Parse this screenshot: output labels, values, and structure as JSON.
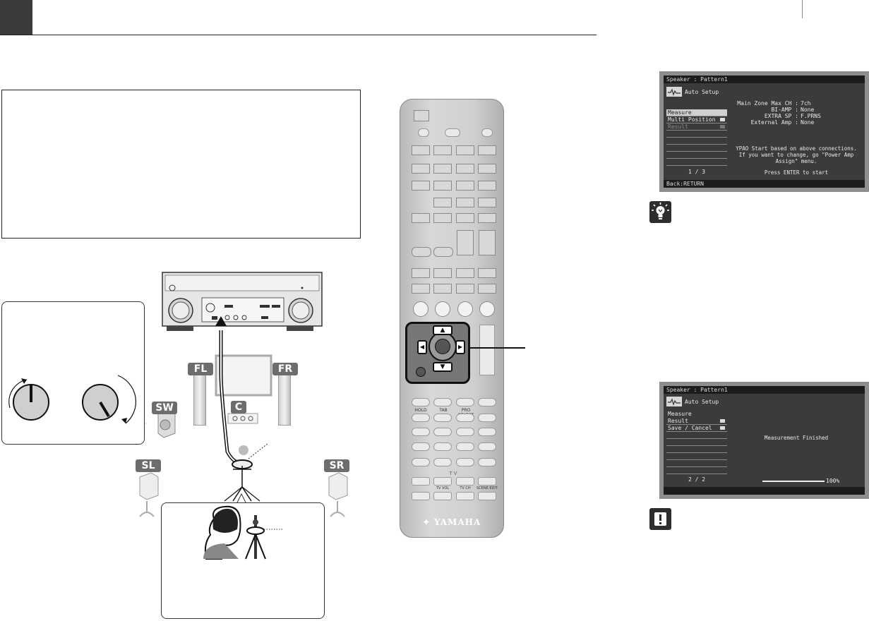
{
  "speaker_labels": {
    "fl": "FL",
    "fr": "FR",
    "c": "C",
    "sw": "SW",
    "sl": "SL",
    "sr": "SR"
  },
  "remote": {
    "brand": "YAMAHA",
    "labels": {
      "hold": "HOLD",
      "tab": "TAB",
      "pro_select": "PRO SELECT",
      "tv": "TV",
      "tv_vol": "TV VOL",
      "tv_ch": "TV CH",
      "scene_edit": "SCENE EDIT"
    }
  },
  "screen1": {
    "title": "Speaker : Pattern1",
    "app_name": "Auto Setup",
    "menu": [
      "Measure",
      "Multi Position",
      "Result"
    ],
    "page": "1 / 3",
    "info": [
      {
        "label": "Main Zone Max CH :",
        "value": "7ch"
      },
      {
        "label": "BI-AMP :",
        "value": "None"
      },
      {
        "label": "EXTRA SP :",
        "value": "F.PRNS"
      },
      {
        "label": "External Amp :",
        "value": "None"
      }
    ],
    "message_line1": "YPAO Start based on above connections.",
    "message_line2": "If you want to change, go \"Power Amp",
    "message_line3": "Assign\" menu.",
    "prompt": "Press ENTER to start",
    "footer": "Back:RETURN"
  },
  "screen2": {
    "title": "Speaker : Pattern1",
    "app_name": "Auto Setup",
    "section": "Measure",
    "menu": [
      "Result",
      "Save / Cancel"
    ],
    "page": "2 / 2",
    "status": "Measurement Finished",
    "progress_label": "100%",
    "progress": 1.0
  },
  "icons": {
    "tip": "lightbulb-icon",
    "caution": "exclamation-icon"
  }
}
